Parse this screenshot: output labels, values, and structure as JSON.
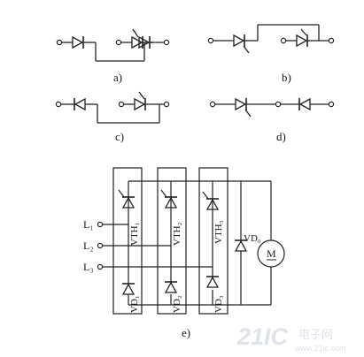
{
  "diagram": {
    "panels": {
      "a": {
        "label": "a)"
      },
      "b": {
        "label": "b)"
      },
      "c": {
        "label": "c)"
      },
      "d": {
        "label": "d)"
      },
      "e": {
        "label": "e)"
      }
    },
    "circuit": {
      "inputs": [
        {
          "text": "L₁"
        },
        {
          "text": "L₂"
        },
        {
          "text": "L₃"
        }
      ],
      "thyristors": [
        {
          "text": "VTH₁"
        },
        {
          "text": "VTH₂"
        },
        {
          "text": "VTH₃"
        }
      ],
      "diodes": [
        {
          "text": "VD₁"
        },
        {
          "text": "VD₂"
        },
        {
          "text": "VD₃"
        }
      ],
      "freewheel_diode": {
        "text": "VD₀"
      },
      "motor": {
        "text": "M"
      }
    },
    "watermark": {
      "brand": "21IC",
      "site": "电子网",
      "domain": "www.21ic.com"
    }
  }
}
